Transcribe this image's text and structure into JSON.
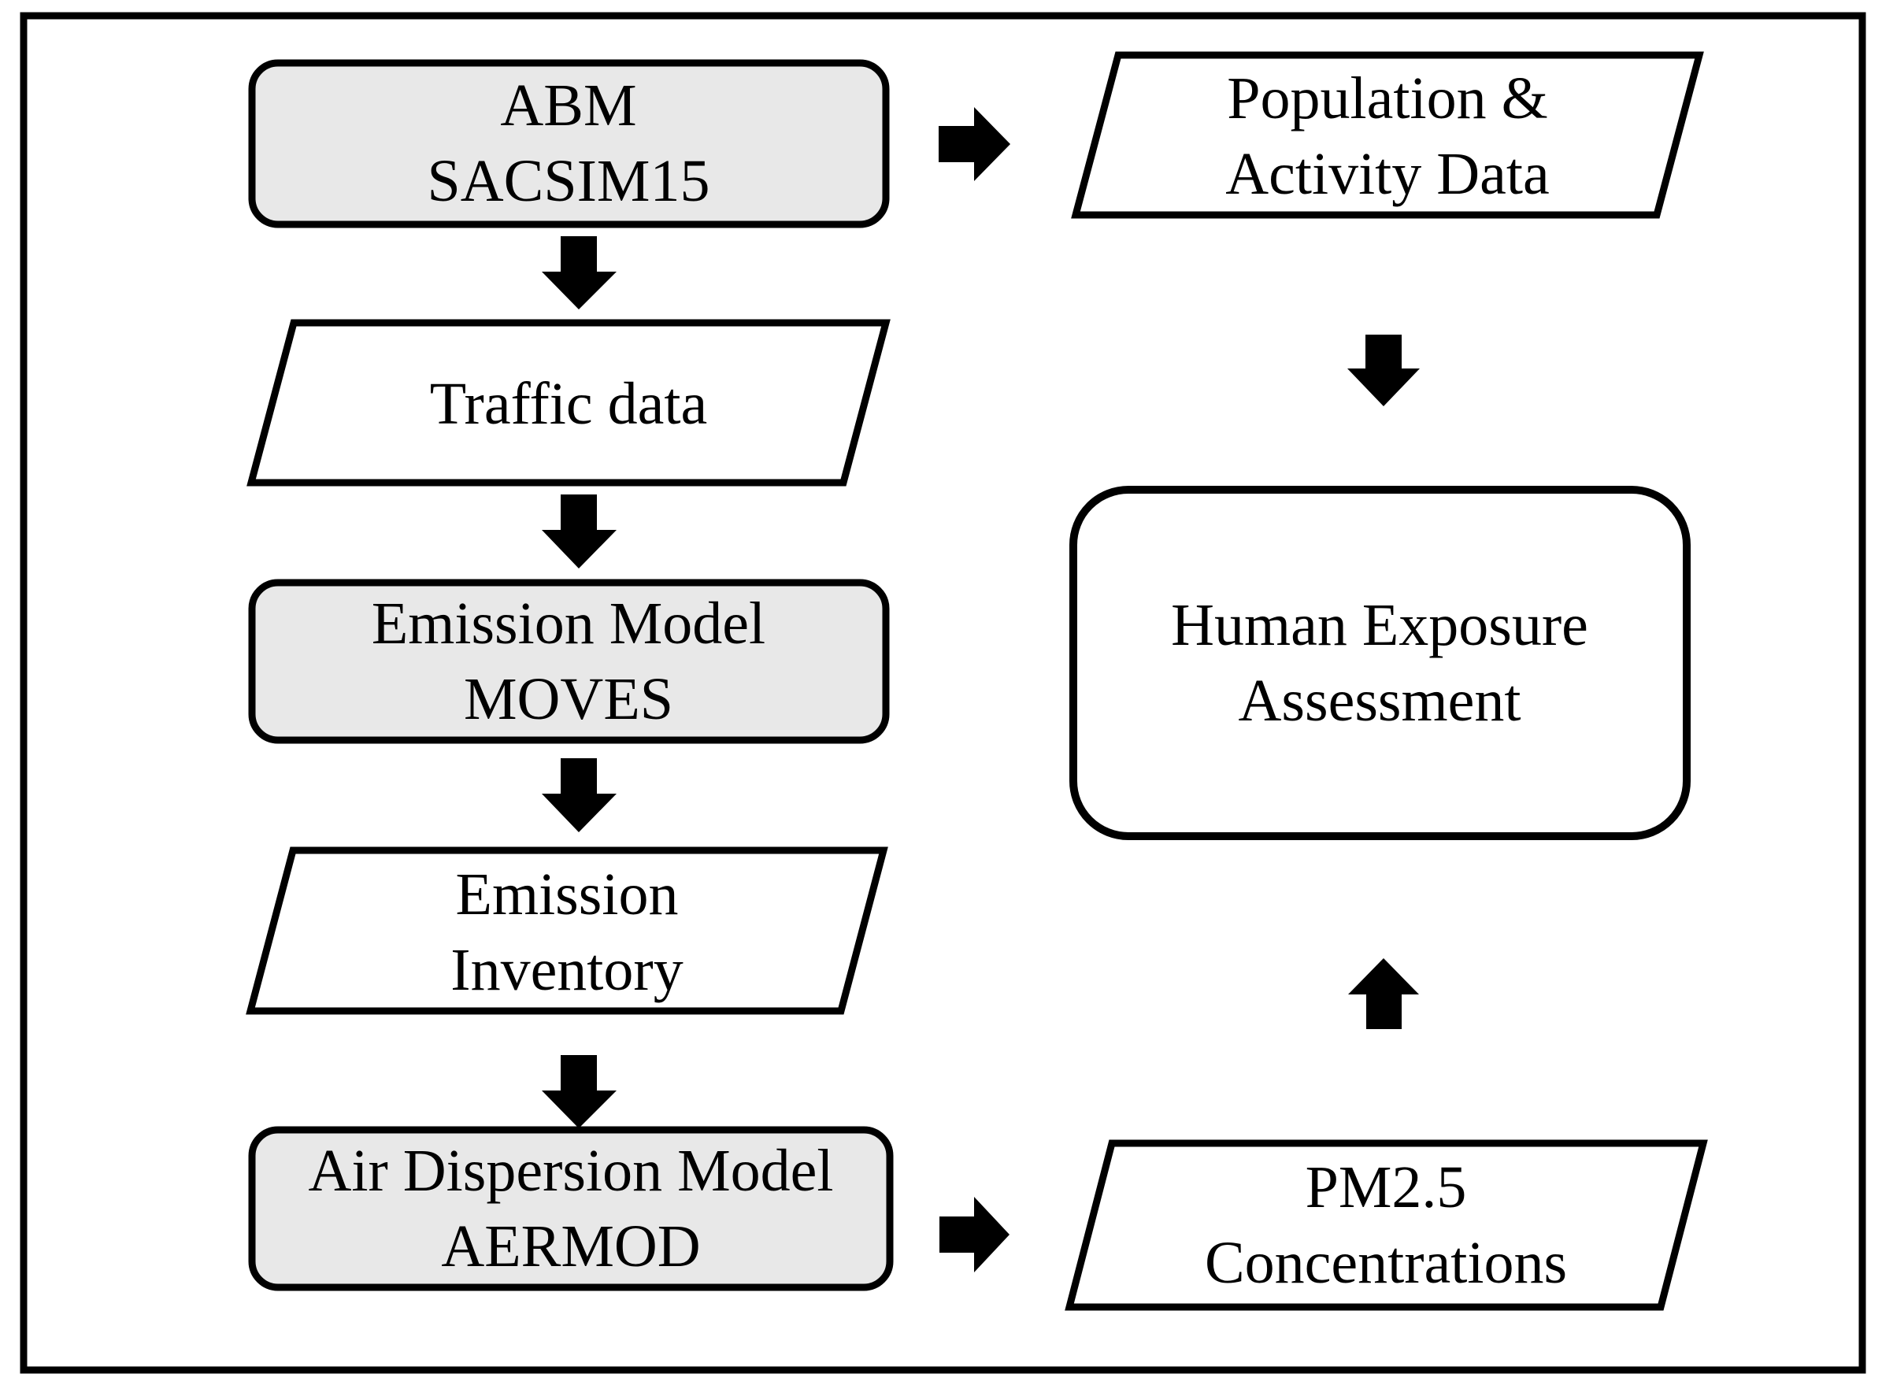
{
  "figure": {
    "background": "#ffffff",
    "colors": {
      "outline": "#000000",
      "arrow": "#000000",
      "model_box_fill": "#e8e8e8",
      "data_shape_fill": "#ffffff",
      "process_box_fill": "#ffffff",
      "text": "#000000"
    },
    "nodes": {
      "abm": {
        "line1": "ABM",
        "line2": "SACSIM15"
      },
      "population_activity": {
        "line1": "Population &",
        "line2": "Activity Data"
      },
      "traffic_data": {
        "line1": "Traffic data"
      },
      "emission_model": {
        "line1": "Emission Model",
        "line2": "MOVES"
      },
      "emission_inventory": {
        "line1": "Emission",
        "line2": "Inventory"
      },
      "air_dispersion": {
        "line1": "Air Dispersion Model",
        "line2": "AERMOD"
      },
      "pm25": {
        "line1": "PM2.5",
        "line2": "Concentrations"
      },
      "human_exposure": {
        "line1": "Human Exposure",
        "line2": "Assessment"
      }
    },
    "edges": [
      {
        "from": "abm",
        "to": "population_activity",
        "direction": "right"
      },
      {
        "from": "abm",
        "to": "traffic_data",
        "direction": "down"
      },
      {
        "from": "traffic_data",
        "to": "emission_model",
        "direction": "down"
      },
      {
        "from": "emission_model",
        "to": "emission_inventory",
        "direction": "down"
      },
      {
        "from": "emission_inventory",
        "to": "air_dispersion",
        "direction": "down"
      },
      {
        "from": "air_dispersion",
        "to": "pm25",
        "direction": "right"
      },
      {
        "from": "population_activity",
        "to": "human_exposure",
        "direction": "down"
      },
      {
        "from": "pm25",
        "to": "human_exposure",
        "direction": "up"
      }
    ]
  }
}
